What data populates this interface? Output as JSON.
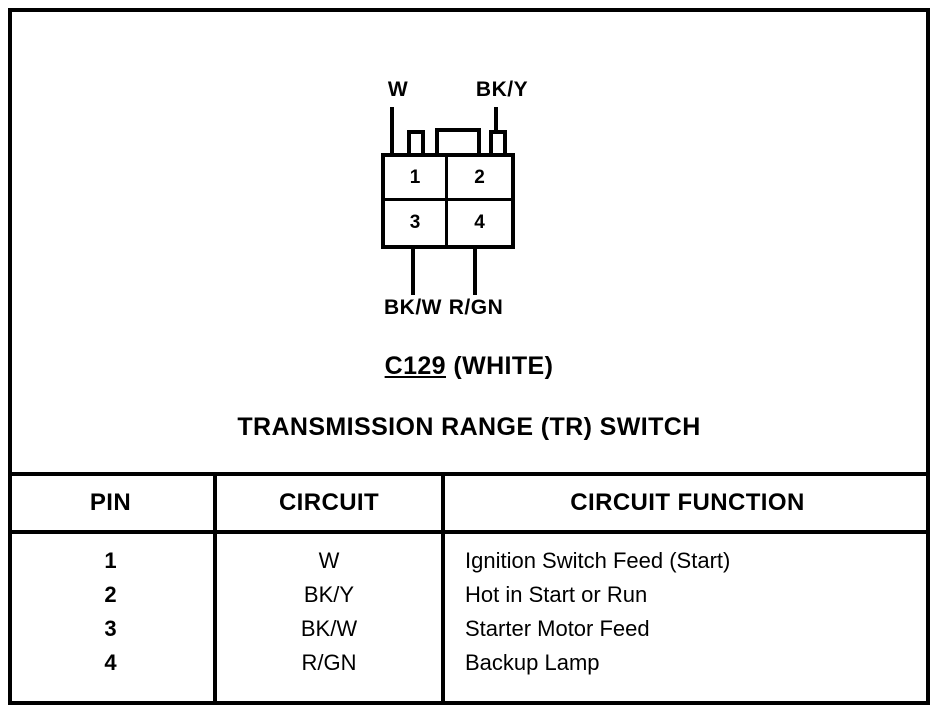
{
  "diagram": {
    "connector": {
      "pins": [
        {
          "number": "1"
        },
        {
          "number": "2"
        },
        {
          "number": "3"
        },
        {
          "number": "4"
        }
      ],
      "wire_labels": {
        "top_left": "W",
        "top_right": "BK/Y",
        "bottom_left": "BK/W",
        "bottom_right": "R/GN"
      }
    },
    "caption": {
      "code": "C129",
      "color": "(WHITE)",
      "component_name": "TRANSMISSION RANGE (TR) SWITCH"
    }
  },
  "table": {
    "headers": {
      "pin": "PIN",
      "circuit": "CIRCUIT",
      "function": "CIRCUIT FUNCTION"
    },
    "rows": [
      {
        "pin": "1",
        "circuit": "W",
        "function": "Ignition Switch Feed (Start)"
      },
      {
        "pin": "2",
        "circuit": "BK/Y",
        "function": "Hot in Start or Run"
      },
      {
        "pin": "3",
        "circuit": "BK/W",
        "function": "Starter Motor Feed"
      },
      {
        "pin": "4",
        "circuit": "R/GN",
        "function": "Backup Lamp"
      }
    ]
  },
  "colors": {
    "ink": "#000000",
    "paper": "#ffffff"
  }
}
